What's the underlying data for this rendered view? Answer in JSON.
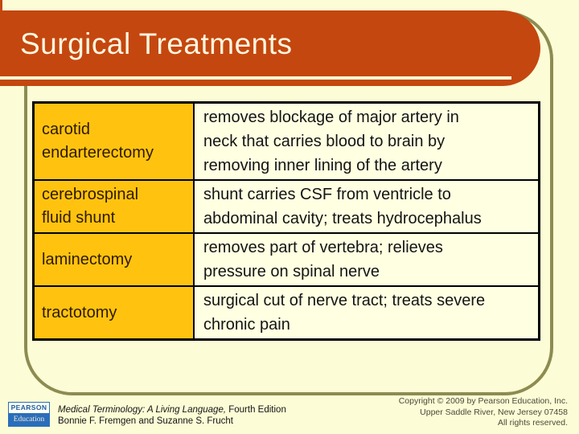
{
  "slide": {
    "title": "Surgical Treatments",
    "table": {
      "rows": [
        {
          "term": "carotid\nendarterectomy",
          "definition": "removes blockage of major artery in\nneck that carries blood to brain by\nremoving inner lining of the artery"
        },
        {
          "term": "cerebrospinal\nfluid shunt",
          "definition": "shunt carries CSF from ventricle to\nabdominal cavity; treats hydrocephalus"
        },
        {
          "term": "laminectomy",
          "definition": "removes part of vertebra; relieves\npressure on spinal nerve"
        },
        {
          "term": "tractotomy",
          "definition": "surgical cut of nerve tract; treats severe\nchronic pain"
        }
      ]
    },
    "footer": {
      "logo": {
        "top": "PEARSON",
        "bottom": "Education"
      },
      "book_title": "Medical Terminology: A Living Language,",
      "book_edition": " Fourth Edition",
      "authors": "Bonnie F. Fremgen and Suzanne S. Frucht",
      "copyright_line1": "Copyright © 2009 by Pearson Education, Inc.",
      "copyright_line2": "Upper Saddle River, New Jersey 07458",
      "copyright_line3": "All rights reserved."
    },
    "colors": {
      "background": "#FCFCD6",
      "title_bar": "#C4470F",
      "title_text": "#FFF6DF",
      "frame_border": "#8C8C52",
      "term_cell": "#FFC30F",
      "definition_cell": "#FFFFE2",
      "table_border": "#000000",
      "logo_blue": "#2A6EBB",
      "copyright_text": "#4B4B38"
    }
  }
}
